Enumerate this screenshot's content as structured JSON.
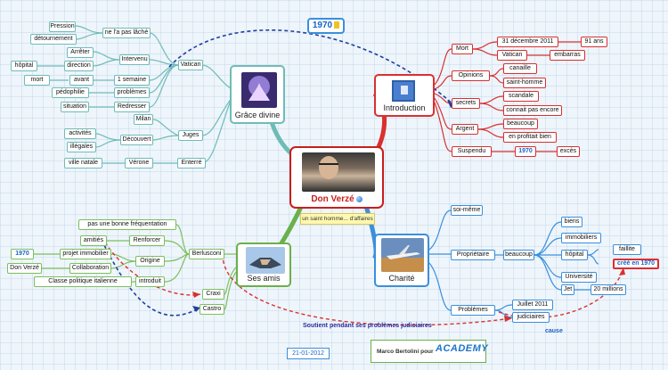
{
  "center": {
    "title": "Don Verzé",
    "subtitle": "un saint homme... d'affaires"
  },
  "floating": {
    "year_note": "1970",
    "date": "21-01-2012",
    "credit_prefix": "Marco Bertolini pour",
    "credit_logo": "ACADEMY",
    "link_soutient": "Soutient pendant ses problèmes judiciaires",
    "link_cause": "cause"
  },
  "hubs": {
    "grace": "Grâce divine",
    "intro": "Introduction",
    "sesamis": "Ses amis",
    "charite": "Charité"
  },
  "nodes": {
    "pression": "Pression",
    "detournement": "détournement",
    "lache": "ne l'a pas lâché",
    "arreter": "Arrêter",
    "hopital_l": "hôpital",
    "direction": "direction",
    "intervenu": "Intervenu",
    "vatican_l": "Vatican",
    "mort_l": "mort",
    "avant": "avant",
    "semaine": "1 semaine",
    "pedophilie": "pédophilie",
    "problemes_l": "problèmes",
    "situation": "situation",
    "redresser": "Redresser",
    "milan": "Milan",
    "juges": "Juges",
    "activites": "activités",
    "illegales": "illégales",
    "decouvert": "Découvert",
    "villenatale": "ville natale",
    "verone": "Vérone",
    "enterre": "Enterré",
    "mort_r": "Mort",
    "dec2011": "31 décembre 2011",
    "age91": "91 ans",
    "vatican_r": "Vatican",
    "embarras": "embarras",
    "opinions": "Opinions",
    "canaille": "canaille",
    "sainthomme": "saint-homme",
    "secrets": "secrets",
    "scandale": "scandale",
    "connaitpas": "connait pas encore",
    "argent": "Argent",
    "beaucoup_r": "beaucoup",
    "profitantbien": "en profitait bien",
    "suspendu": "Suspendu",
    "yr1970_r": "1970",
    "exces": "excès",
    "soimeme": "soi-même",
    "proprietaire": "Propriétaire",
    "beaucoup_b": "beaucoup",
    "biens": "biens",
    "immobiliers": "immobiliers",
    "hopital_b": "hôpital",
    "faillite": "faillite",
    "cree1970": "créé en 1970",
    "universite": "Université",
    "jet": "Jet",
    "millions": "20 millions",
    "problemes_b": "Problèmes",
    "juillet2011": "Juillet 2011",
    "judiciaires": "judiciaires",
    "bonnefreq": "pas une bonne fréquentation",
    "amities": "amitiés",
    "renforcer": "Renforcer",
    "yr1970_l": "1970",
    "projetimmo": "projet immobilier",
    "origine": "Origine",
    "donverze_l": "Don Verzé",
    "collaboration": "Collaboration",
    "classepol": "Classe politique italienne",
    "introduit": "introduit",
    "berlusconi": "Berlusconi",
    "craxi": "Craxi",
    "castro": "Castro"
  }
}
